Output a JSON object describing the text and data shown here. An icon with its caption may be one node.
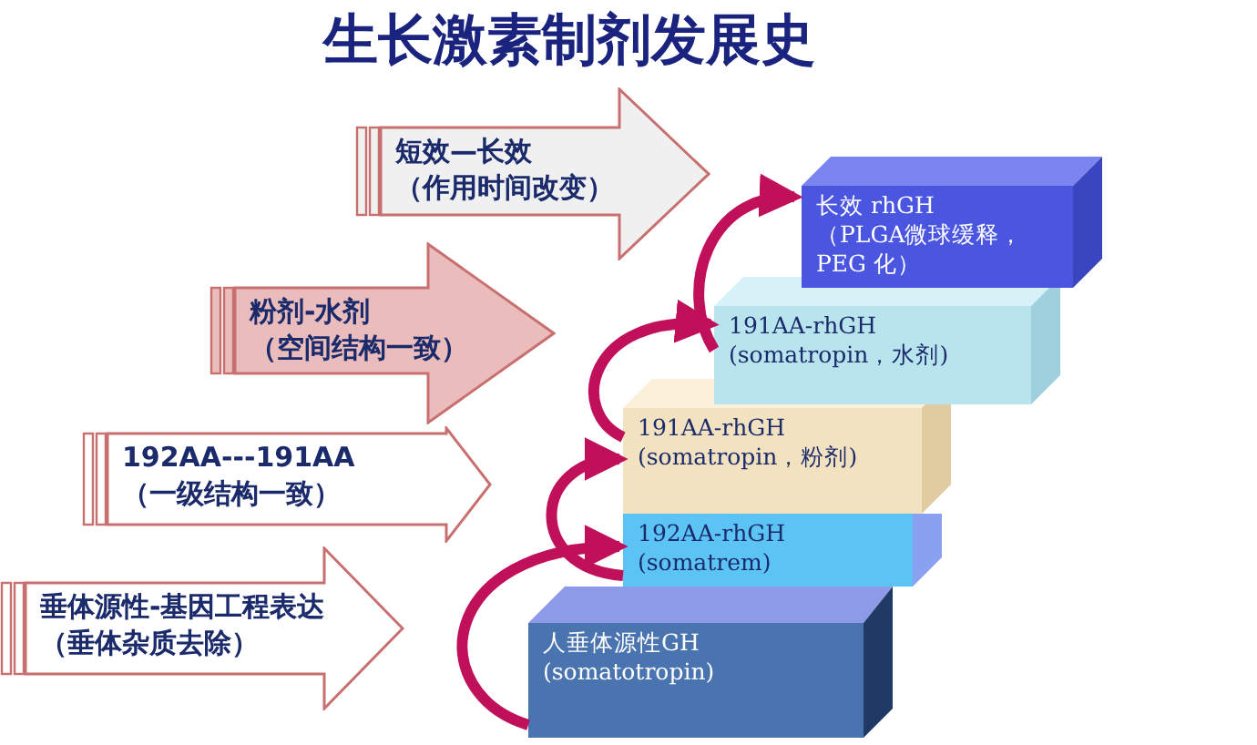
{
  "diagram": {
    "title": "生长激素制剂发展史",
    "nodes": [
      {
        "text": [
          "短效—长效",
          "（作用时间改变）"
        ]
      },
      {
        "text": [
          "粉剂-水剂",
          "（空间结构一致）"
        ]
      },
      {
        "text": [
          "192AA---191AA",
          "（一级结构一致）"
        ]
      },
      {
        "text": [
          "垂体源性-基因工程表达（垂体杂质去除）"
        ]
      },
      {
        "text": [
          "长效 rhGH",
          "（PLGA微球缓释，PEG 化）"
        ]
      },
      {
        "text": [
          "191AA-rhGH",
          "(somatropin，水剂)"
        ]
      },
      {
        "text": [
          "191AA-rhGH",
          "(somatropin，粉剂)"
        ]
      },
      {
        "text": [
          "192AA-rhGH",
          "(somatrem)"
        ]
      },
      {
        "text": [
          "人垂体源性GH",
          "(somatotropin)"
        ]
      }
    ],
    "edges": [
      {
        "from": 8,
        "to": 7,
        "arrow": "to"
      },
      {
        "from": 7,
        "to": 6,
        "arrow": "to"
      },
      {
        "from": 6,
        "to": 5,
        "arrow": "to"
      },
      {
        "from": 5,
        "to": 4,
        "arrow": "to"
      }
    ]
  }
}
